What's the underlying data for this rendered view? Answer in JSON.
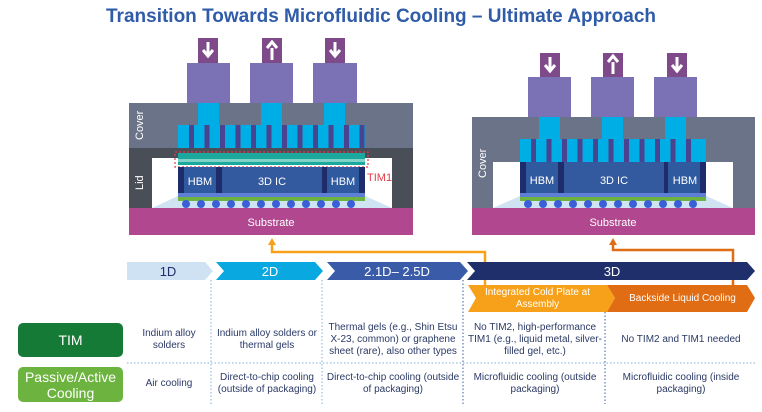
{
  "title": "Transition Towards Microfluidic Cooling – Ultimate Approach",
  "left_diagram": {
    "cover": "Cover",
    "lid": "Lid",
    "hbm_left": "HBM",
    "ic": "3D IC",
    "hbm_right": "HBM",
    "tim1": "TIM1",
    "substrate": "Substrate"
  },
  "right_diagram": {
    "cover": "Cover",
    "hbm_left": "HBM",
    "ic": "3D IC",
    "hbm_right": "HBM",
    "substrate": "Substrate"
  },
  "flow_icons": [
    "arrow-down-icon",
    "arrow-up-icon",
    "arrow-down-icon"
  ],
  "stages": [
    "1D",
    "2D",
    "2.1D– 2.5D",
    "3D"
  ],
  "sub_stages": [
    "Integrated Cold Plate at Assembly",
    "Backside Liquid Cooling"
  ],
  "rows": [
    {
      "label": "TIM",
      "color": "#157a35",
      "cells": [
        "Indium alloy solders",
        "Indium alloy solders or thermal gels",
        "Thermal gels (e.g., Shin Etsu X-23, common) or graphene sheet (rare), also other types",
        "No TIM2, high-performance TIM1 (e.g., liquid metal, silver-filled gel, etc.)",
        "No TIM2 and TIM1 needed"
      ]
    },
    {
      "label": "Passive/Active Cooling",
      "color": "#6db33f",
      "cells": [
        "Air cooling",
        "Direct-to-chip cooling (outside of packaging)",
        "Direct-to-chip cooling (outside of packaging)",
        "Microfluidic cooling (outside packaging)",
        "Microfluidic cooling (inside packaging)"
      ]
    }
  ],
  "colors": {
    "title": "#2f5ba9",
    "orange": "#f7a11a",
    "dark_orange": "#e06c13",
    "navy": "#1f2f6b"
  }
}
